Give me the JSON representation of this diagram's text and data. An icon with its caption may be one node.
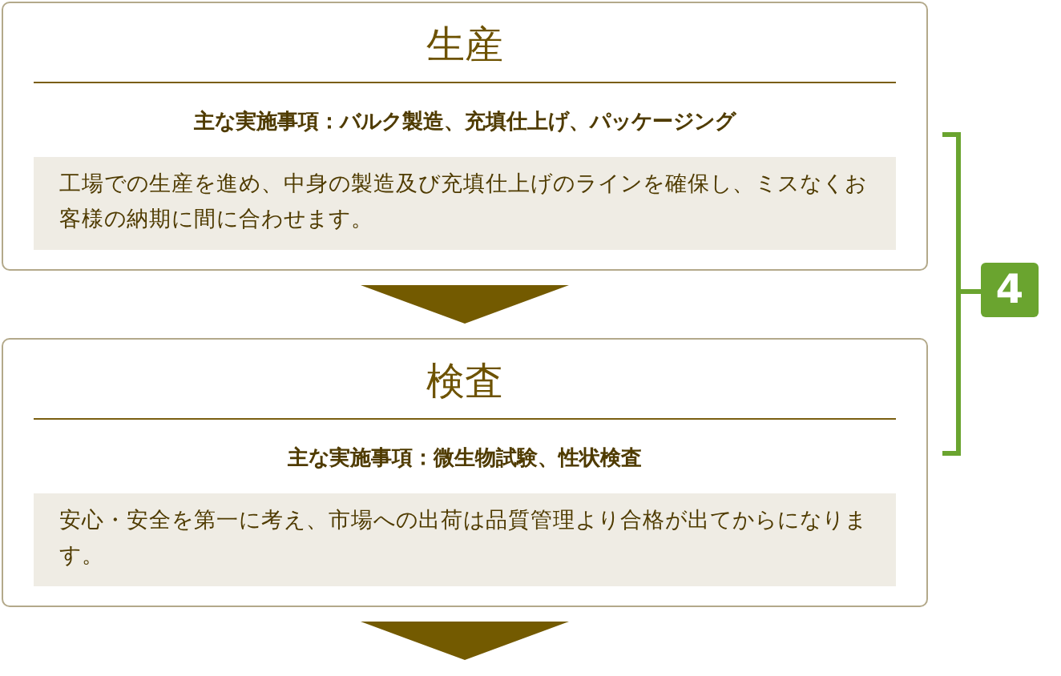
{
  "diagram": {
    "nodes": [
      {
        "text": [
          "生産",
          "主な実施事項：バルク製造、充填仕上げ、パッケージング",
          "工場での生産を進め、中身の製造及び充填仕上げのラインを確保し、ミスなくお客様の納期に間に合わせます。"
        ]
      },
      {
        "text": [
          "検査",
          "主な実施事項：微生物試験、性状検査",
          "安心・安全を第一に考え、市場への出荷は品質管理より合格が出てからになります。"
        ]
      }
    ],
    "edges": [
      {
        "from": 0,
        "to": 1,
        "arrow": "to"
      },
      {
        "from": 1,
        "to": null,
        "arrow": "to"
      }
    ],
    "labels": [
      "4"
    ]
  }
}
